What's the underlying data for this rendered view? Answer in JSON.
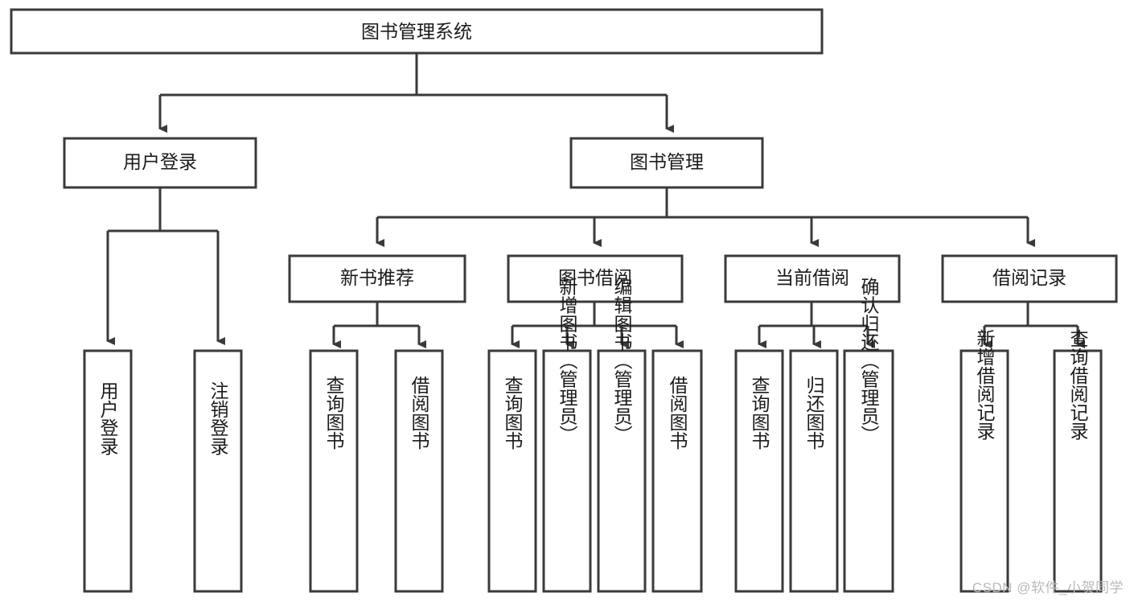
{
  "diagram": {
    "title": "图书管理系统",
    "type": "tree-hierarchy-diagram",
    "root": {
      "label": "图书管理系统"
    },
    "level2": [
      {
        "label": "用户登录"
      },
      {
        "label": "图书管理"
      }
    ],
    "level3": [
      {
        "label": "新书推荐"
      },
      {
        "label": "图书借阅"
      },
      {
        "label": "当前借阅"
      },
      {
        "label": "借阅记录"
      }
    ],
    "leaves": {
      "user_login": [
        {
          "label": "用户登录"
        },
        {
          "label": "注销登录"
        }
      ],
      "new_book_recommend": [
        {
          "label": "查询图书"
        },
        {
          "label": "借阅图书"
        }
      ],
      "book_borrow": [
        {
          "label": "查询图书"
        },
        {
          "label": "新增图书（管理员）"
        },
        {
          "label": "编辑图书（管理员）"
        },
        {
          "label": "借阅图书"
        }
      ],
      "current_borrow": [
        {
          "label": "查询图书"
        },
        {
          "label": "归还图书"
        },
        {
          "label": "确认归还（管理员）"
        }
      ],
      "borrow_record": [
        {
          "label": "新增借阅记录"
        },
        {
          "label": "查询借阅记录"
        }
      ]
    }
  },
  "watermark": {
    "text": "CSDN @软件_小贺同学"
  },
  "colors": {
    "stroke": "#3a3a3a",
    "fill": "#ffffff",
    "text": "#1b1b1b",
    "watermark": "#b9b9b9"
  }
}
